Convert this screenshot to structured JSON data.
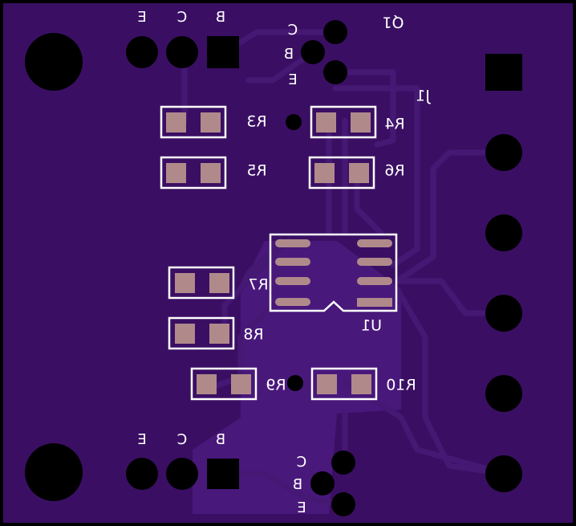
{
  "board": {
    "colors": {
      "background": "#000000",
      "substrate": "#3a0f63",
      "copper_pour": "#4b197d",
      "trace": "#451874",
      "silkscreen": "#ffffff",
      "pad_copper": "#b08a8a",
      "via": "#000000"
    }
  },
  "labels": {
    "q1": "Q1",
    "j1": "J1",
    "u1": "U1",
    "r3": "R3",
    "r4": "R4",
    "r5": "R5",
    "r6": "R6",
    "r7": "R7",
    "r8": "R8",
    "r9": "R9",
    "r10": "R10"
  },
  "pins": {
    "top_left": {
      "e": "E",
      "c": "C",
      "b": "B"
    },
    "top_q1": {
      "c": "C",
      "b": "B",
      "e": "E"
    },
    "bottom_left": {
      "e": "E",
      "c": "C",
      "b": "B"
    },
    "bottom_q": {
      "c": "C",
      "b": "B",
      "e": "E"
    }
  }
}
